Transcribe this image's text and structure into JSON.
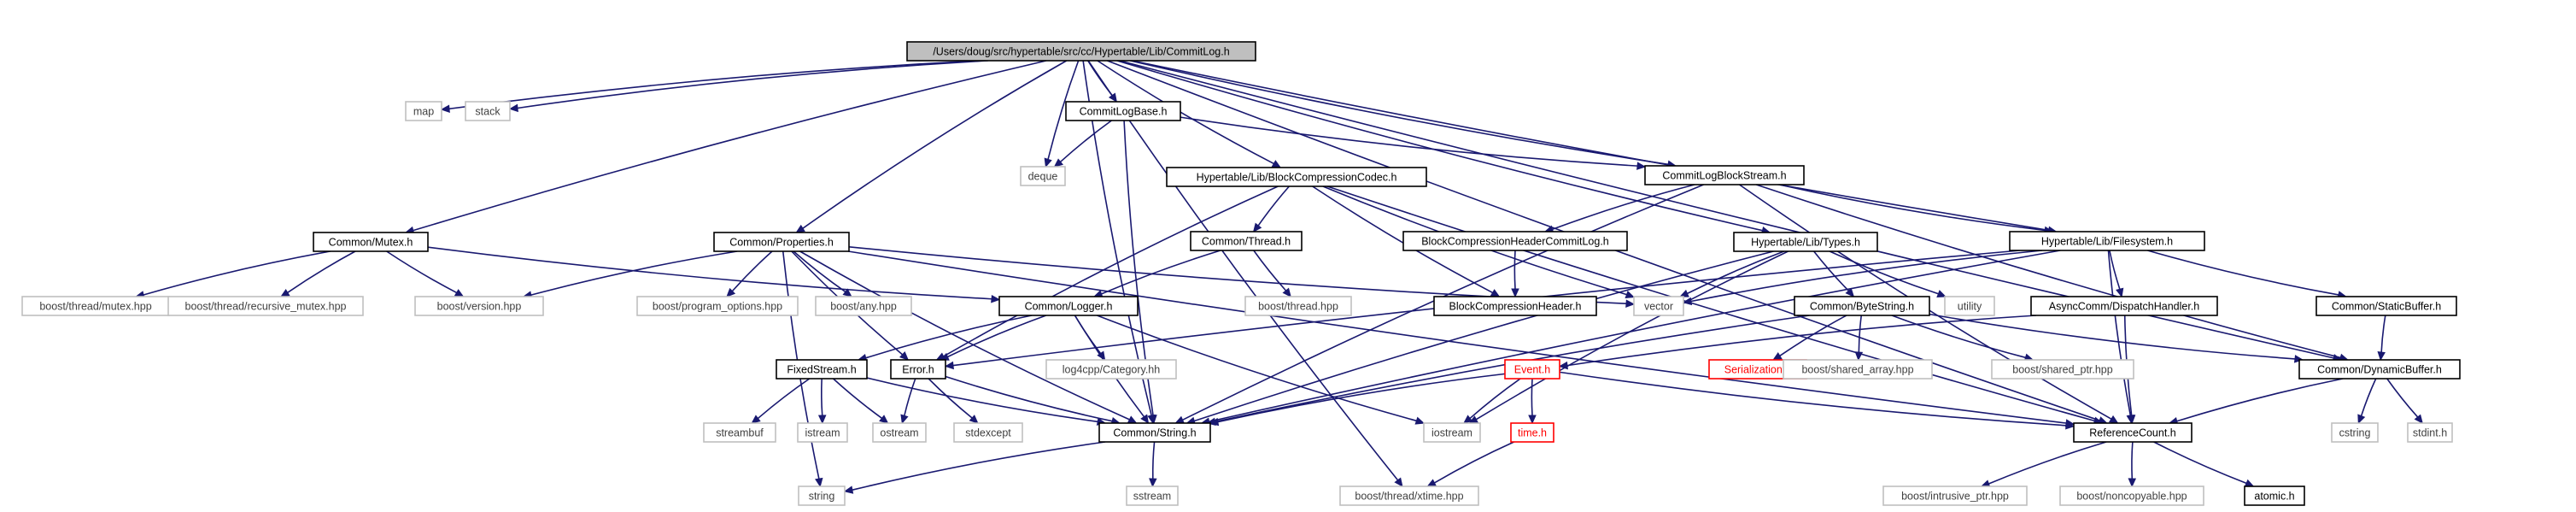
{
  "graph": {
    "root": "/Users/doug/src/hypertable/src/cc/Hypertable/Lib/CommitLog.h",
    "colors": {
      "root_fill": "#bfbfbf",
      "documented_border": "#000000",
      "external_border": "#bfbfbf",
      "external_text": "#404040",
      "missing_border": "#ff0000",
      "missing_text": "#ff0000",
      "edge": "#191970"
    },
    "nodes": {
      "root": "/Users/doug/src/hypertable/src/cc/Hypertable/Lib/CommitLog.h",
      "map": "map",
      "stack": "stack",
      "commitlogbase": "CommitLogBase.h",
      "deque": "deque",
      "blockcodec": "Hypertable/Lib/BlockCompressionCodec.h",
      "commitlogblockstream": "CommitLogBlockStream.h",
      "mutex": "Common/Mutex.h",
      "properties": "Common/Properties.h",
      "thread": "Common/Thread.h",
      "bchcommitlog": "BlockCompressionHeaderCommitLog.h",
      "types": "Hypertable/Lib/Types.h",
      "filesystem": "Hypertable/Lib/Filesystem.h",
      "boost_mutex": "boost/thread/mutex.hpp",
      "boost_rmutex": "boost/thread/recursive_mutex.hpp",
      "boost_version": "boost/version.hpp",
      "boost_po": "boost/program_options.hpp",
      "boost_any": "boost/any.hpp",
      "logger": "Common/Logger.h",
      "boost_thread": "boost/thread.hpp",
      "bch": "BlockCompressionHeader.h",
      "vector": "vector",
      "bytestring": "Common/ByteString.h",
      "utility": "utility",
      "asynccomm": "AsyncComm/DispatchHandler.h",
      "staticbuffer": "Common/StaticBuffer.h",
      "fixedstream": "FixedStream.h",
      "error": "Error.h",
      "log4cpp": "log4cpp/Category.hh",
      "event": "Event.h",
      "serialization": "Serialization.h",
      "shared_array": "boost/shared_array.hpp",
      "shared_ptr": "boost/shared_ptr.hpp",
      "dynamicbuffer": "Common/DynamicBuffer.h",
      "streambuf": "streambuf",
      "istream": "istream",
      "ostream": "ostream",
      "stdexcept": "stdexcept",
      "commonstring": "Common/String.h",
      "iostream": "iostream",
      "timeh": "time.h",
      "refcount": "ReferenceCount.h",
      "cstring": "cstring",
      "stdint": "stdint.h",
      "string": "string",
      "sstream": "sstream",
      "xtime": "boost/thread/xtime.hpp",
      "intrusive_ptr": "boost/intrusive_ptr.hpp",
      "noncopyable": "boost/noncopyable.hpp",
      "atomic": "atomic.h"
    },
    "edges": [
      [
        "root",
        "map"
      ],
      [
        "root",
        "stack"
      ],
      [
        "root",
        "commitlogbase"
      ],
      [
        "root",
        "deque"
      ],
      [
        "root",
        "blockcodec"
      ],
      [
        "root",
        "commitlogblockstream"
      ],
      [
        "root",
        "mutex"
      ],
      [
        "root",
        "properties"
      ],
      [
        "root",
        "types"
      ],
      [
        "root",
        "filesystem"
      ],
      [
        "root",
        "dynamicbuffer"
      ],
      [
        "root",
        "commonstring"
      ],
      [
        "root",
        "xtime"
      ],
      [
        "root",
        "refcount"
      ],
      [
        "commitlogbase",
        "deque"
      ],
      [
        "commitlogbase",
        "commitlogblockstream"
      ],
      [
        "commitlogbase",
        "commonstring"
      ],
      [
        "blockcodec",
        "thread"
      ],
      [
        "blockcodec",
        "bch"
      ],
      [
        "blockcodec",
        "vector"
      ],
      [
        "blockcodec",
        "error"
      ],
      [
        "blockcodec",
        "refcount"
      ],
      [
        "commitlogblockstream",
        "bchcommitlog"
      ],
      [
        "commitlogblockstream",
        "filesystem"
      ],
      [
        "commitlogblockstream",
        "dynamicbuffer"
      ],
      [
        "commitlogblockstream",
        "refcount"
      ],
      [
        "commitlogblockstream",
        "commonstring"
      ],
      [
        "mutex",
        "boost_mutex"
      ],
      [
        "mutex",
        "boost_rmutex"
      ],
      [
        "mutex",
        "boost_version"
      ],
      [
        "mutex",
        "logger"
      ],
      [
        "properties",
        "boost_version"
      ],
      [
        "properties",
        "boost_po"
      ],
      [
        "properties",
        "boost_any"
      ],
      [
        "properties",
        "vector"
      ],
      [
        "properties",
        "error"
      ],
      [
        "properties",
        "commonstring"
      ],
      [
        "properties",
        "string"
      ],
      [
        "properties",
        "refcount"
      ],
      [
        "thread",
        "boost_thread"
      ],
      [
        "thread",
        "logger"
      ],
      [
        "bchcommitlog",
        "bch"
      ],
      [
        "types",
        "vector"
      ],
      [
        "types",
        "bytestring"
      ],
      [
        "types",
        "utility"
      ],
      [
        "types",
        "commonstring"
      ],
      [
        "types",
        "iostream"
      ],
      [
        "filesystem",
        "vector"
      ],
      [
        "filesystem",
        "asynccomm"
      ],
      [
        "filesystem",
        "staticbuffer"
      ],
      [
        "filesystem",
        "refcount"
      ],
      [
        "filesystem",
        "commonstring"
      ],
      [
        "filesystem",
        "error"
      ],
      [
        "logger",
        "log4cpp"
      ],
      [
        "logger",
        "fixedstream"
      ],
      [
        "logger",
        "error"
      ],
      [
        "logger",
        "commonstring"
      ],
      [
        "logger",
        "iostream"
      ],
      [
        "bytestring",
        "serialization"
      ],
      [
        "bytestring",
        "shared_array"
      ],
      [
        "bytestring",
        "shared_ptr"
      ],
      [
        "bytestring",
        "dynamicbuffer"
      ],
      [
        "bytestring",
        "commonstring"
      ],
      [
        "asynccomm",
        "event"
      ],
      [
        "asynccomm",
        "refcount"
      ],
      [
        "staticbuffer",
        "dynamicbuffer"
      ],
      [
        "fixedstream",
        "streambuf"
      ],
      [
        "fixedstream",
        "istream"
      ],
      [
        "fixedstream",
        "ostream"
      ],
      [
        "fixedstream",
        "commonstring"
      ],
      [
        "error",
        "ostream"
      ],
      [
        "error",
        "stdexcept"
      ],
      [
        "error",
        "commonstring"
      ],
      [
        "event",
        "iostream"
      ],
      [
        "event",
        "timeh"
      ],
      [
        "event",
        "commonstring"
      ],
      [
        "event",
        "refcount"
      ],
      [
        "dynamicbuffer",
        "cstring"
      ],
      [
        "dynamicbuffer",
        "stdint"
      ],
      [
        "dynamicbuffer",
        "refcount"
      ],
      [
        "commonstring",
        "string"
      ],
      [
        "commonstring",
        "sstream"
      ],
      [
        "timeh",
        "xtime"
      ],
      [
        "refcount",
        "intrusive_ptr"
      ],
      [
        "refcount",
        "noncopyable"
      ],
      [
        "refcount",
        "atomic"
      ]
    ]
  }
}
